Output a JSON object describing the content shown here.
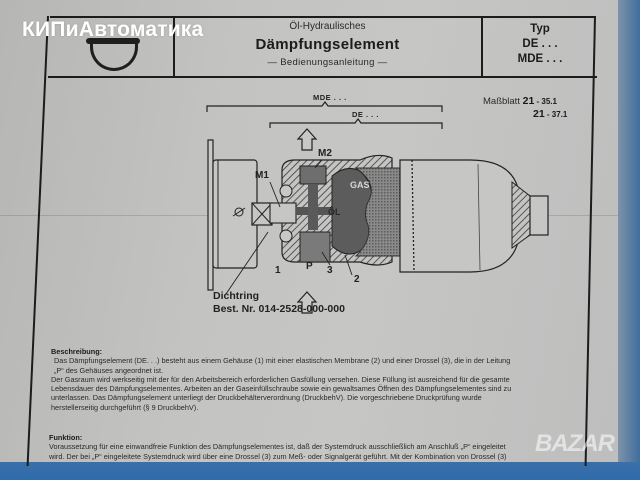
{
  "watermark": {
    "text": "КИПиАвтоматика"
  },
  "header": {
    "subtitle_top": "Öl-Hydraulisches",
    "title": "Dämpfungselement",
    "subtitle_bottom": "— Bedienungsanleitung —",
    "typ": {
      "label": "Typ",
      "line1": "DE . . .",
      "line2": "MDE . . ."
    }
  },
  "massblatt": {
    "label": "Maßblatt",
    "ref1_major": "21",
    "ref1_minor": " - 35.1",
    "ref2_major": "21",
    "ref2_minor": " - 37.1"
  },
  "diagram": {
    "brace_mde": "MDE . . .",
    "brace_de": "DE . . .",
    "labels": {
      "m1": "M1",
      "m2": "M2",
      "gas": "GAS",
      "oil": "ÖL",
      "p": "P",
      "n1": "1",
      "n2": "2",
      "n3": "3"
    },
    "dichtring": "Dichtring",
    "part_number": "Best. Nr. 014-2528-000-000"
  },
  "beschreibung": {
    "heading": "Beschreibung:",
    "lines": [
      "Das Dämpfungselement (DE. . .) besteht aus einem Gehäuse (1) mit einer elastischen Membrane (2) und einer Drossel (3), die in der Leitung",
      "„P“ des Gehäuses angeordnet ist.",
      "Der Gasraum wird werkseitig mit der für den Arbeitsbereich erforderlichen Gasfüllung versehen. Diese Füllung ist ausreichend für die gesamte",
      "Lebensdauer des Dämpfungselementes. Arbeiten an der Gaseinfüllschraube sowie ein gewaltsames Öffnen des Dämpfungselementes sind zu",
      "unterlassen. Das Dämpfungselement unterliegt der Druckbehälterverordnung (DruckbehV). Die vorgeschriebene Druckprüfung wurde",
      "herstellerseitig durchgeführt (§ 9 DruckbehV)."
    ]
  },
  "funktion": {
    "heading": "Funktion:",
    "lines": [
      "Voraussetzung für eine einwandfreie Funktion des Dämpfungselementes ist, daß der Systemdruck ausschließlich am Anschluß „P“ eingeleitet",
      "wird. Der bei „P“ eingeleitete Systemdruck wird über eine Drossel (3) zum Meß- oder Signalgerät geführt. Mit der Kombination von Drossel (3)"
    ]
  },
  "corner_watermark": {
    "text": "BAZAR"
  },
  "colors": {
    "paper": "#c3c3c1",
    "ink": "#1c1c1c",
    "background_blue": "#2e6cab"
  }
}
